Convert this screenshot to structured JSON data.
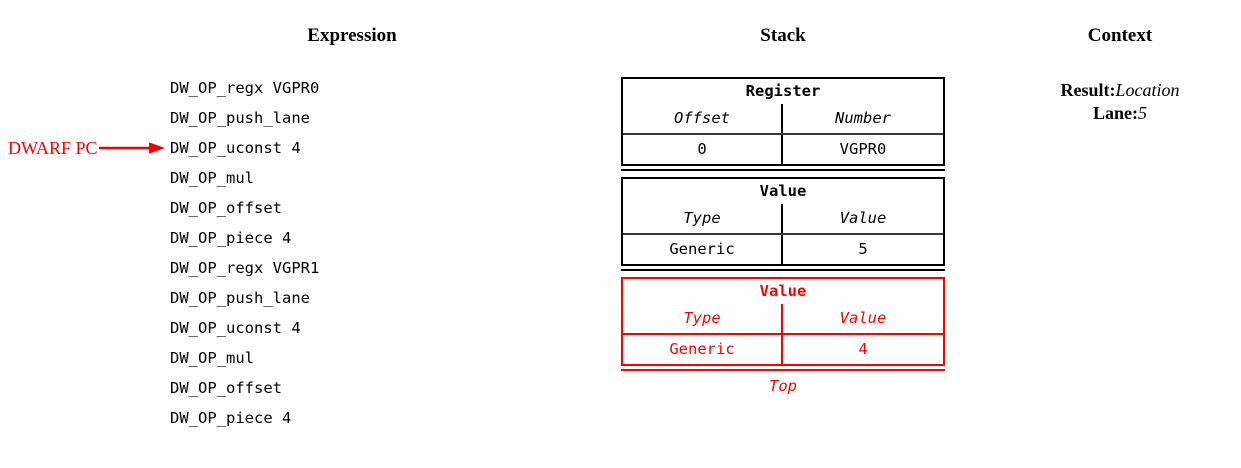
{
  "headings": {
    "expression": "Expression",
    "stack": "Stack",
    "context": "Context"
  },
  "colors": {
    "highlight": "#ff0000",
    "text": "#000000",
    "background": "#ffffff",
    "rule": "#3a3a3a"
  },
  "pc_pointer": {
    "label": "DWARF PC",
    "points_to_index": 3,
    "arrow_icon": "arrow-right-icon"
  },
  "expression": {
    "lines": [
      "DW_OP_regx VGPR0",
      "DW_OP_push_lane",
      "DW_OP_uconst 4",
      "DW_OP_mul",
      "DW_OP_offset",
      "DW_OP_piece 4",
      "DW_OP_regx VGPR1",
      "DW_OP_push_lane",
      "DW_OP_uconst 4",
      "DW_OP_mul",
      "DW_OP_offset",
      "DW_OP_piece 4"
    ]
  },
  "stack": {
    "top_label": "Top",
    "entries": [
      {
        "title": "Register",
        "headers": [
          "Offset",
          "Number"
        ],
        "values": [
          "0",
          "VGPR0"
        ],
        "highlighted": false
      },
      {
        "title": "Value",
        "headers": [
          "Type",
          "Value"
        ],
        "values": [
          "Generic",
          "5"
        ],
        "highlighted": false
      },
      {
        "title": "Value",
        "headers": [
          "Type",
          "Value"
        ],
        "values": [
          "Generic",
          "4"
        ],
        "highlighted": true
      }
    ]
  },
  "context": {
    "rows": [
      {
        "key": "Result:",
        "value": "Location"
      },
      {
        "key": "Lane:",
        "value": "5"
      }
    ]
  }
}
